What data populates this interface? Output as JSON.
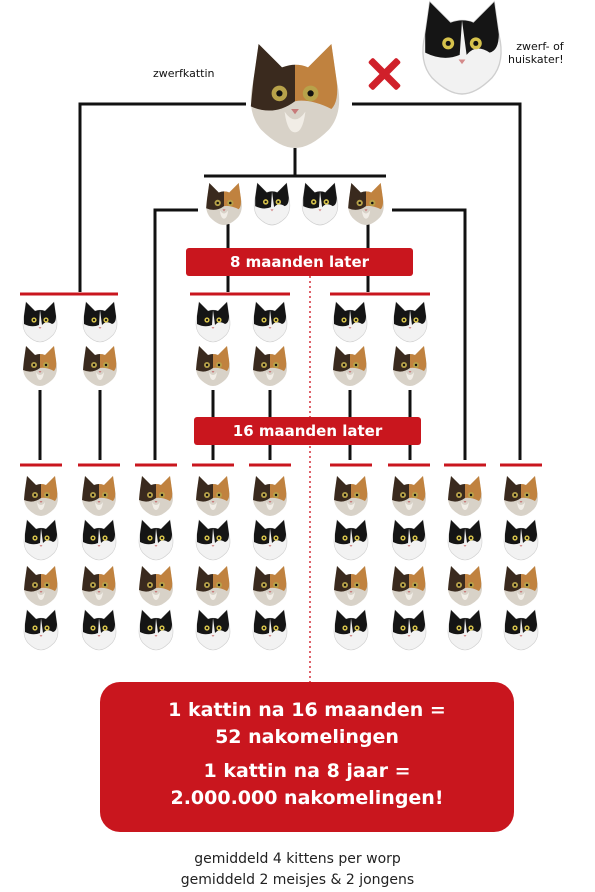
{
  "labels": {
    "mother": "zwerfkattin",
    "father": "zwerf- of\nhuiskater!"
  },
  "banners": {
    "after_8_months": "8 maanden later",
    "after_16_months": "16 maanden later"
  },
  "result": {
    "line1": "1 kattin na 16 maanden =",
    "line2": "52 nakomelingen",
    "line3": "1 kattin na 8 jaar =",
    "line4": "2.000.000 nakomelingen!"
  },
  "footer": {
    "line1": "gemiddeld 4 kittens per worp",
    "line2": "gemiddeld 2 meisjes & 2 jongens"
  },
  "generations": {
    "gen1_kittens": [
      "calico",
      "black-white",
      "black-white",
      "calico"
    ],
    "gen2_litter": [
      "black-white",
      "black-white",
      "calico",
      "calico"
    ],
    "gen3_litter": [
      "calico",
      "black-white",
      "calico",
      "black-white"
    ]
  },
  "colors": {
    "accent_red": "#c9161e",
    "line": "#111111",
    "dotted": "#d0202a"
  }
}
